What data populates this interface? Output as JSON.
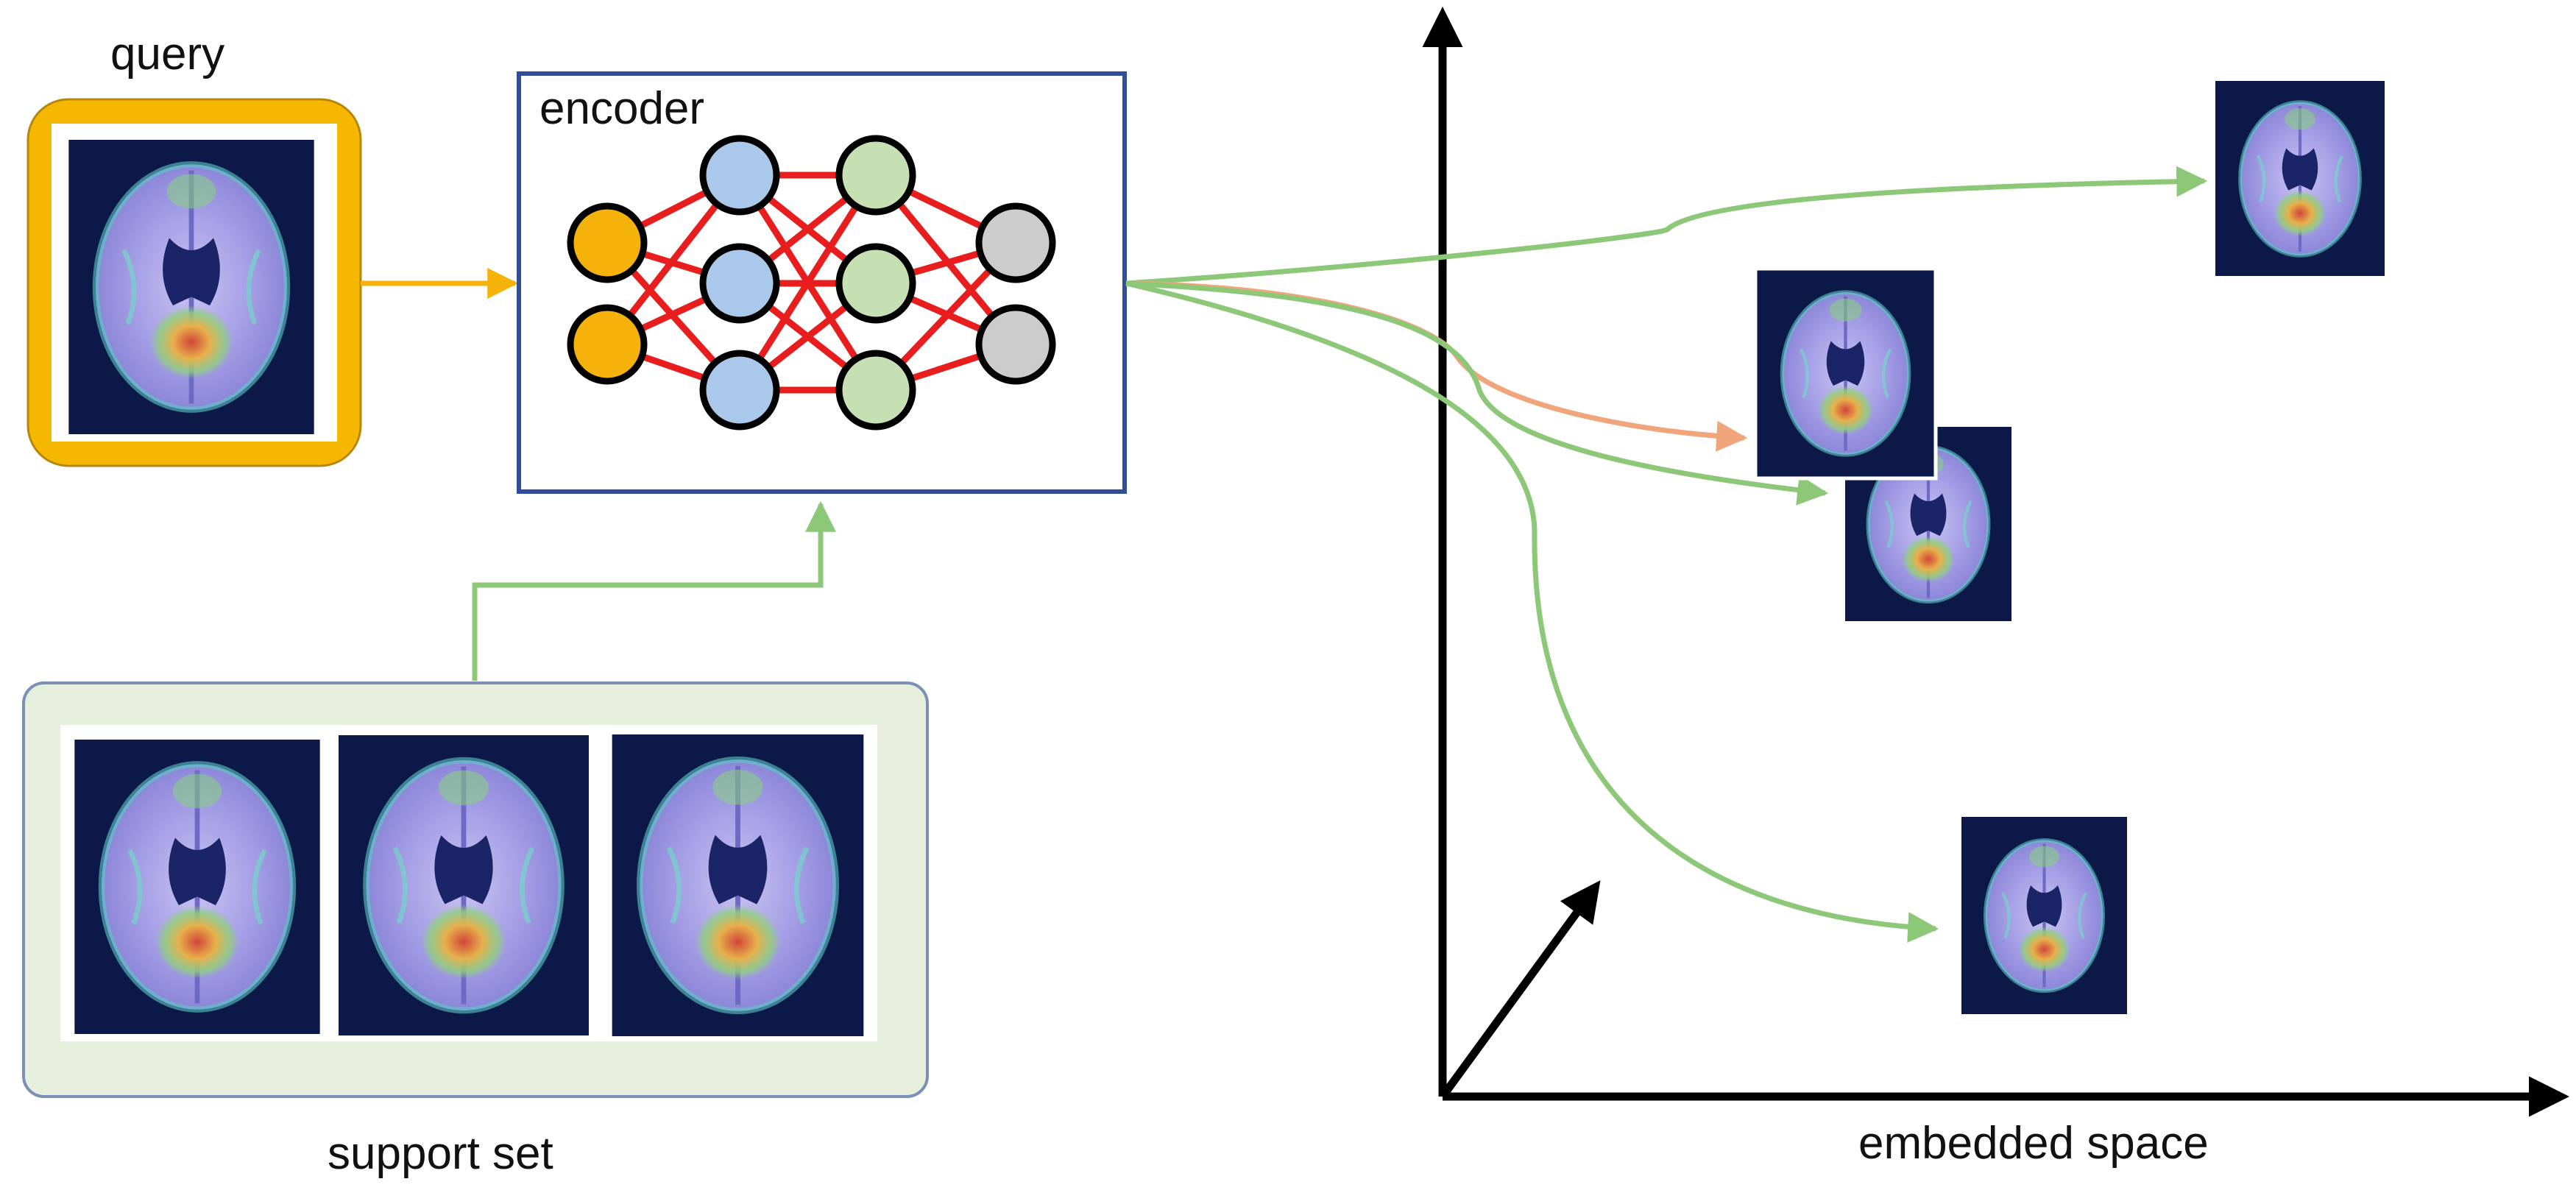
{
  "labels": {
    "query": "query",
    "encoder": "encoder",
    "support_set": "support set",
    "embedded_space": "embedded space"
  },
  "colors": {
    "query_frame": "#F6B700",
    "query_node": "#F5B20A",
    "hidden1_node": "#A9C8EA",
    "hidden2_node": "#C6DFB3",
    "output_node": "#CCCCCC",
    "edges": "#E81E1E",
    "encoder_border": "#2F4E97",
    "support_bg": "#E6EFDC",
    "support_border": "#7B8FB8",
    "green_arrow": "#8DC878",
    "orange_arrow": "#F0A57A",
    "query_arrow": "#F5B20A",
    "axis": "#000000",
    "brain_bg": "#0B1848"
  },
  "network": {
    "layers": [
      {
        "name": "input",
        "nodes": 2
      },
      {
        "name": "hidden-1",
        "nodes": 3
      },
      {
        "name": "hidden-2",
        "nodes": 3
      },
      {
        "name": "output",
        "nodes": 2
      }
    ]
  },
  "support_set_images": [
    "brain-slice-1",
    "brain-slice-2",
    "brain-slice-3"
  ],
  "embedded_images": [
    "embedded-brain-top-right",
    "embedded-brain-query",
    "embedded-brain-near-query",
    "embedded-brain-bottom"
  ]
}
